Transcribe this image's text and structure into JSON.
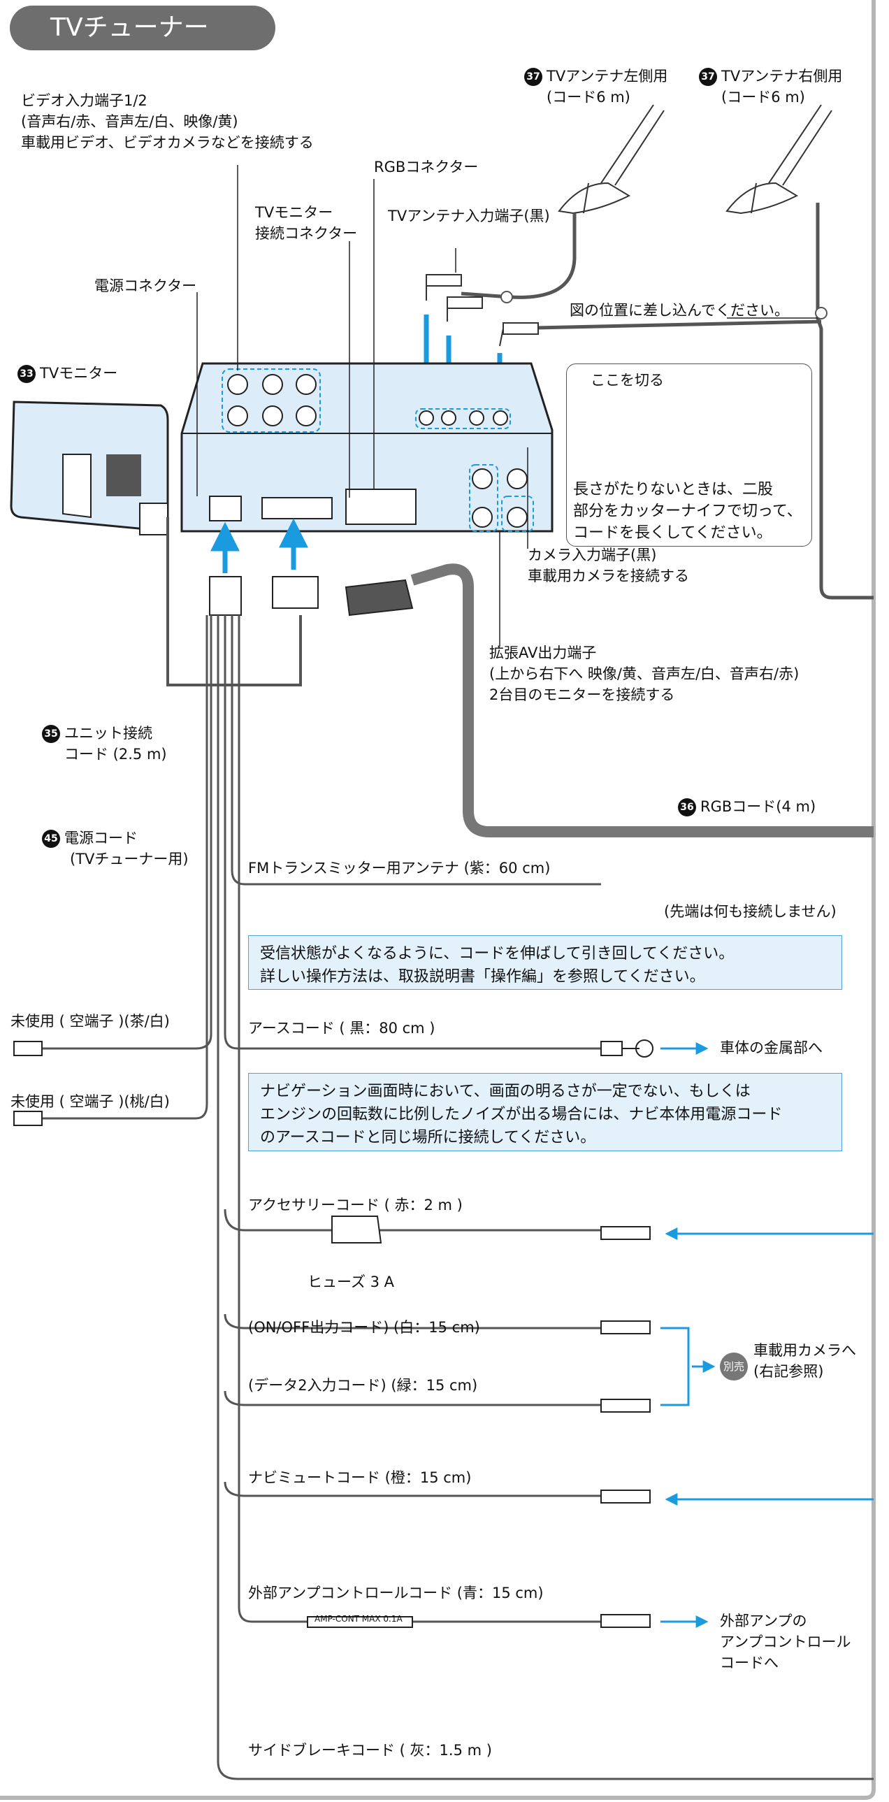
{
  "title": "TVチューナー",
  "labels": {
    "video_in": [
      "ビデオ入力端子1/2",
      "(音声右/赤、音声左/白、映像/黄)",
      "車載用ビデオ、ビデオカメラなどを接続する"
    ],
    "rgb_connector": "RGBコネクター",
    "tv_monitor_connector": [
      "TVモニター",
      "接続コネクター"
    ],
    "antenna_input": "TVアンテナ入力端子(黒)",
    "power_connector": "電源コネクター",
    "antenna_left": {
      "num": "37",
      "lines": [
        "TVアンテナ左側用",
        "(コード6 m)"
      ]
    },
    "antenna_right": {
      "num": "37",
      "lines": [
        "TVアンテナ右側用",
        "(コード6 m)"
      ]
    },
    "insert_position": "図の位置に差し込んでください。",
    "cut_here": "ここを切る",
    "cut_note": [
      "長さがたりないときは、二股",
      "部分をカッターナイフで切って、",
      "コードを長くしてください。"
    ],
    "tv_monitor": {
      "num": "33",
      "text": "TVモニター"
    },
    "camera_input": [
      "カメラ入力端子(黒)",
      "車載用カメラを接続する"
    ],
    "ext_av_out": [
      "拡張AV出力端子",
      "(上から右下へ 映像/黄、音声左/白、音声右/赤)",
      "2台目のモニターを接続する"
    ],
    "unit_cord": {
      "num": "35",
      "lines": [
        "ユニット接続",
        "コード (2.5 m)"
      ]
    },
    "rgb_cord": {
      "num": "36",
      "text": "RGBコード(4 m)"
    },
    "power_cord": {
      "num": "45",
      "lines": [
        "電源コード",
        "(TVチューナー用)"
      ]
    },
    "fm_antenna": "FMトランスミッター用アンテナ (紫：60 cm)",
    "fm_antenna_end": "(先端は何も接続しません)",
    "fm_info": [
      "受信状態がよくなるように、コードを伸ばして引き回してください。",
      "詳しい操作方法は、取扱説明書「操作編」を参照してください。"
    ],
    "unused_brown": "未使用 ( 空端子 )(茶/白)",
    "unused_pink": "未使用 ( 空端子 )(桃/白)",
    "earth_cord": "アースコード ( 黒：80 cm )",
    "earth_target": "車体の金属部へ",
    "earth_info": [
      "ナビゲーション画面時において、画面の明るさが一定でない、もしくは",
      "エンジンの回転数に比例したノイズが出る場合には、ナビ本体用電源コード",
      "のアースコードと同じ場所に接続してください。"
    ],
    "acc_cord": "アクセサリーコード ( 赤：2 m )",
    "fuse": "ヒューズ 3 A",
    "onoff_cord": "(ON/OFF出力コード) (白：15 cm)",
    "data2_cord": "(データ2入力コード) (緑：15 cm)",
    "betsu_badge": "別売",
    "camera_target": [
      "車載用カメラへ",
      "(右記参照)"
    ],
    "navi_mute": "ナビミュートコード (橙：15 cm)",
    "amp_cord": "外部アンプコントロールコード (青：15 cm)",
    "amp_tag": "AMP-CONT MAX 0.1A",
    "amp_target": [
      "外部アンプの",
      "アンプコントロール",
      "コードへ"
    ],
    "side_brake": "サイドブレーキコード ( 灰：1.5 m )"
  },
  "colors": {
    "accent_blue": "#1a9be0",
    "unit_body": "#dcecf8",
    "info_fill": "#e3f1fb",
    "cord_gray": "#8a8a8a",
    "title_fill": "#6e6e6e"
  }
}
